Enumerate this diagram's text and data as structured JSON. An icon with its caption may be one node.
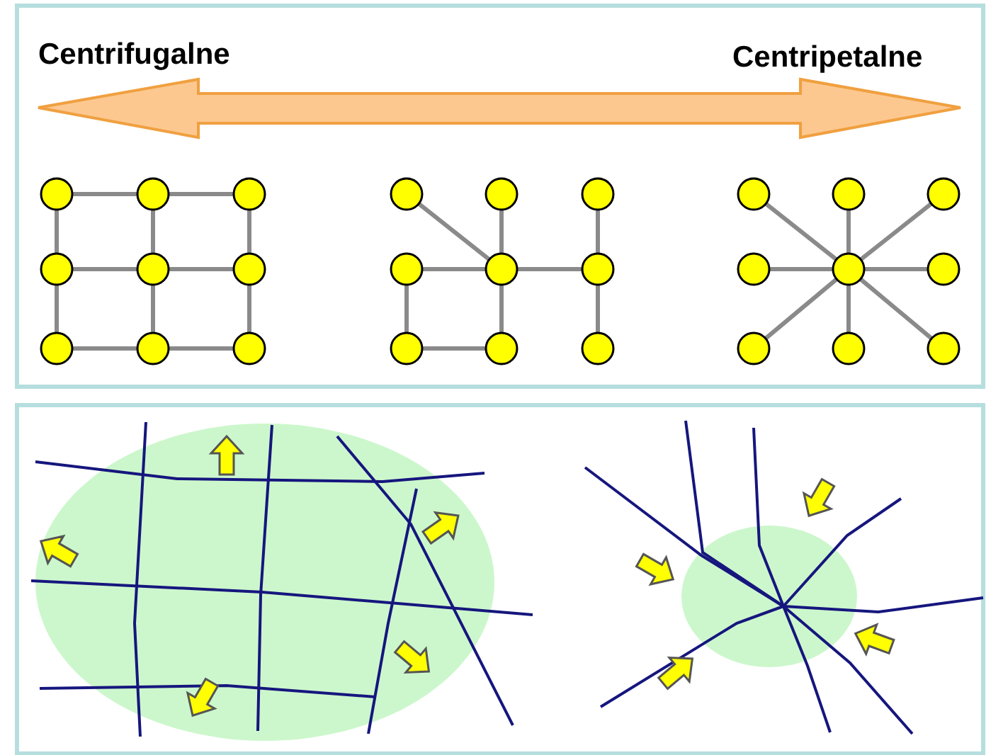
{
  "diagram": {
    "nodes": [
      {
        "text": [],
        "shape": "circle"
      },
      {
        "text": [],
        "shape": "circle"
      },
      {
        "text": [],
        "shape": "circle"
      },
      {
        "text": [],
        "shape": "circle"
      },
      {
        "text": [],
        "shape": "circle"
      },
      {
        "text": [],
        "shape": "circle"
      },
      {
        "text": [],
        "shape": "circle"
      },
      {
        "text": [],
        "shape": "circle"
      },
      {
        "text": [],
        "shape": "circle"
      },
      {
        "text": [],
        "shape": "circle"
      },
      {
        "text": [],
        "shape": "circle"
      },
      {
        "text": [],
        "shape": "circle"
      },
      {
        "text": [],
        "shape": "circle"
      },
      {
        "text": [],
        "shape": "circle"
      },
      {
        "text": [],
        "shape": "circle"
      },
      {
        "text": [],
        "shape": "circle"
      },
      {
        "text": [],
        "shape": "circle"
      },
      {
        "text": [],
        "shape": "circle"
      },
      {
        "text": [],
        "shape": "circle"
      },
      {
        "text": [],
        "shape": "circle"
      },
      {
        "text": [],
        "shape": "circle"
      },
      {
        "text": [],
        "shape": "circle"
      },
      {
        "text": [],
        "shape": "circle"
      },
      {
        "text": [],
        "shape": "circle"
      },
      {
        "text": [],
        "shape": "circle"
      },
      {
        "text": [],
        "shape": "circle"
      },
      {
        "text": [],
        "shape": "circle"
      }
    ],
    "edges": [
      {
        "from": 0,
        "to": 1,
        "arrow": "none"
      },
      {
        "from": 1,
        "to": 2,
        "arrow": "none"
      },
      {
        "from": 3,
        "to": 4,
        "arrow": "none"
      },
      {
        "from": 4,
        "to": 5,
        "arrow": "none"
      },
      {
        "from": 6,
        "to": 7,
        "arrow": "none"
      },
      {
        "from": 7,
        "to": 8,
        "arrow": "none"
      },
      {
        "from": 0,
        "to": 3,
        "arrow": "none"
      },
      {
        "from": 3,
        "to": 6,
        "arrow": "none"
      },
      {
        "from": 1,
        "to": 4,
        "arrow": "none"
      },
      {
        "from": 4,
        "to": 7,
        "arrow": "none"
      },
      {
        "from": 2,
        "to": 5,
        "arrow": "none"
      },
      {
        "from": 5,
        "to": 8,
        "arrow": "none"
      },
      {
        "from": 9,
        "to": 13,
        "arrow": "none"
      },
      {
        "from": 10,
        "to": 13,
        "arrow": "none"
      },
      {
        "from": 12,
        "to": 13,
        "arrow": "none"
      },
      {
        "from": 13,
        "to": 14,
        "arrow": "none"
      },
      {
        "from": 11,
        "to": 14,
        "arrow": "none"
      },
      {
        "from": 14,
        "to": 17,
        "arrow": "none"
      },
      {
        "from": 12,
        "to": 15,
        "arrow": "none"
      },
      {
        "from": 15,
        "to": 16,
        "arrow": "none"
      },
      {
        "from": 13,
        "to": 16,
        "arrow": "none"
      },
      {
        "from": 22,
        "to": 18,
        "arrow": "none"
      },
      {
        "from": 22,
        "to": 19,
        "arrow": "none"
      },
      {
        "from": 22,
        "to": 20,
        "arrow": "none"
      },
      {
        "from": 22,
        "to": 21,
        "arrow": "none"
      },
      {
        "from": 22,
        "to": 23,
        "arrow": "none"
      },
      {
        "from": 22,
        "to": 24,
        "arrow": "none"
      },
      {
        "from": 22,
        "to": 25,
        "arrow": "none"
      },
      {
        "from": 22,
        "to": 26,
        "arrow": "none"
      }
    ],
    "labels": [
      "Centrifugalne",
      "Centripetalne"
    ]
  }
}
